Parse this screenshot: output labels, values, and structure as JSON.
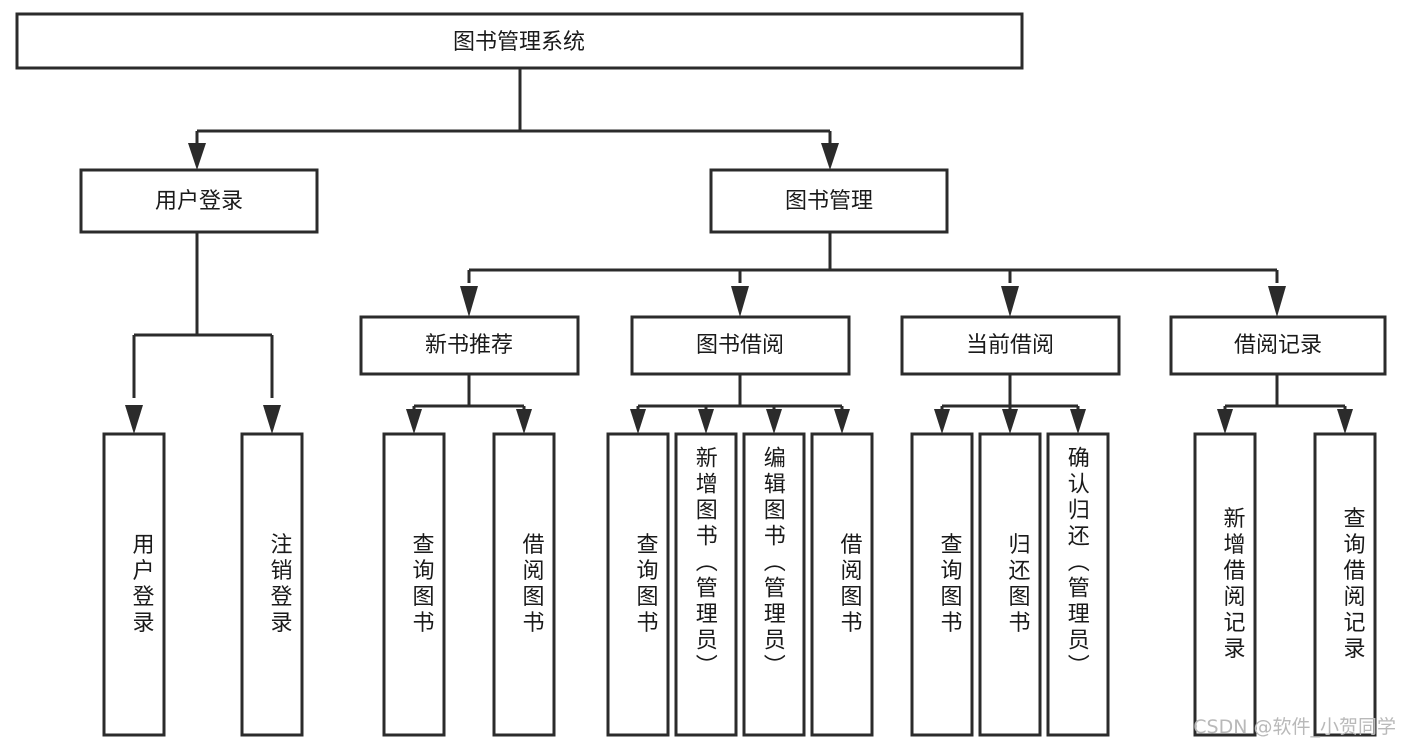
{
  "diagram": {
    "type": "tree-hierarchy-chart",
    "title_node": {
      "label": "图书管理系统"
    },
    "level2": [
      {
        "id": "user-login",
        "label": "用户登录"
      },
      {
        "id": "book-management",
        "label": "图书管理"
      }
    ],
    "level3": [
      {
        "id": "new-book-recommend",
        "label": "新书推荐"
      },
      {
        "id": "book-borrow",
        "label": "图书借阅"
      },
      {
        "id": "current-borrow",
        "label": "当前借阅"
      },
      {
        "id": "borrow-record",
        "label": "借阅记录"
      }
    ],
    "leaves": {
      "user_login": [
        {
          "id": "leaf-user-login",
          "label": "用户登录"
        },
        {
          "id": "leaf-logout-login",
          "label": "注销登录"
        }
      ],
      "new_book_recommend": [
        {
          "id": "leaf-query-book-1",
          "label": "查询图书"
        },
        {
          "id": "leaf-borrow-book-1",
          "label": "借阅图书"
        }
      ],
      "book_borrow": [
        {
          "id": "leaf-query-book-2",
          "label": "查询图书"
        },
        {
          "id": "leaf-add-book",
          "label": "新增图书（管理员）"
        },
        {
          "id": "leaf-edit-book",
          "label": "编辑图书（管理员）"
        },
        {
          "id": "leaf-borrow-book-2",
          "label": "借阅图书"
        }
      ],
      "current_borrow": [
        {
          "id": "leaf-query-book-3",
          "label": "查询图书"
        },
        {
          "id": "leaf-return-book",
          "label": "归还图书"
        },
        {
          "id": "leaf-confirm-return",
          "label": "确认归还（管理员）"
        }
      ],
      "borrow_record": [
        {
          "id": "leaf-add-record",
          "label": "新增借阅记录"
        },
        {
          "id": "leaf-query-record",
          "label": "查询借阅记录"
        }
      ]
    },
    "colors": {
      "stroke": "#2b2b2b",
      "fill": "#ffffff",
      "text": "#1a1a1a",
      "watermark": "#b9b9b9"
    }
  },
  "watermark": {
    "text": "CSDN @软件_小贺同学"
  }
}
